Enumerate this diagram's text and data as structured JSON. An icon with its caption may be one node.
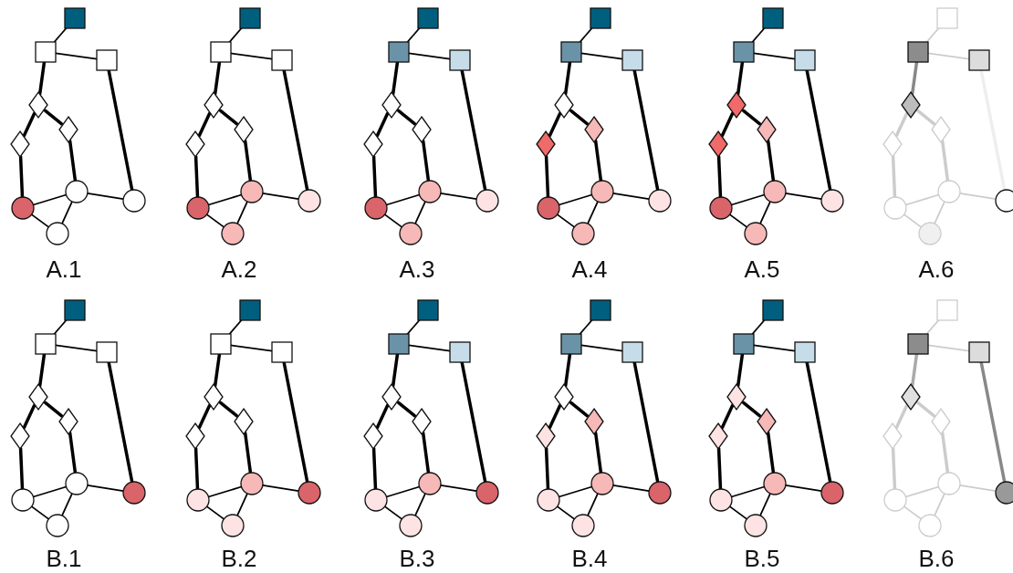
{
  "diagram": {
    "nodes": [
      {
        "text": [],
        "shape": "box"
      },
      {
        "text": [],
        "shape": "box"
      },
      {
        "text": [],
        "shape": "box"
      },
      {
        "text": [],
        "shape": "diamond"
      },
      {
        "text": [],
        "shape": "diamond"
      },
      {
        "text": [],
        "shape": "diamond"
      },
      {
        "text": [],
        "shape": "circle"
      },
      {
        "text": [],
        "shape": "circle"
      },
      {
        "text": [],
        "shape": "circle"
      },
      {
        "text": [],
        "shape": "circle"
      },
      {
        "text": [],
        "shape": "box"
      },
      {
        "text": [],
        "shape": "box"
      },
      {
        "text": [],
        "shape": "box"
      },
      {
        "text": [],
        "shape": "diamond"
      },
      {
        "text": [],
        "shape": "diamond"
      },
      {
        "text": [],
        "shape": "diamond"
      },
      {
        "text": [],
        "shape": "circle"
      },
      {
        "text": [],
        "shape": "circle"
      },
      {
        "text": [],
        "shape": "circle"
      },
      {
        "text": [],
        "shape": "circle"
      },
      {
        "text": [],
        "shape": "box"
      },
      {
        "text": [],
        "shape": "box"
      },
      {
        "text": [],
        "shape": "box"
      },
      {
        "text": [],
        "shape": "diamond"
      },
      {
        "text": [],
        "shape": "diamond"
      },
      {
        "text": [],
        "shape": "diamond"
      },
      {
        "text": [],
        "shape": "circle"
      },
      {
        "text": [],
        "shape": "circle"
      },
      {
        "text": [],
        "shape": "circle"
      },
      {
        "text": [],
        "shape": "circle"
      },
      {
        "text": [],
        "shape": "box"
      },
      {
        "text": [],
        "shape": "box"
      },
      {
        "text": [],
        "shape": "box"
      },
      {
        "text": [],
        "shape": "diamond"
      },
      {
        "text": [],
        "shape": "diamond"
      },
      {
        "text": [],
        "shape": "diamond"
      },
      {
        "text": [],
        "shape": "circle"
      },
      {
        "text": [],
        "shape": "circle"
      },
      {
        "text": [],
        "shape": "circle"
      },
      {
        "text": [],
        "shape": "circle"
      },
      {
        "text": [],
        "shape": "box"
      },
      {
        "text": [],
        "shape": "box"
      },
      {
        "text": [],
        "shape": "box"
      },
      {
        "text": [],
        "shape": "diamond"
      },
      {
        "text": [],
        "shape": "diamond"
      },
      {
        "text": [],
        "shape": "diamond"
      },
      {
        "text": [],
        "shape": "circle"
      },
      {
        "text": [],
        "shape": "circle"
      },
      {
        "text": [],
        "shape": "circle"
      },
      {
        "text": [],
        "shape": "circle"
      },
      {
        "text": [],
        "shape": "box"
      },
      {
        "text": [],
        "shape": "box"
      },
      {
        "text": [],
        "shape": "box"
      },
      {
        "text": [],
        "shape": "diamond"
      },
      {
        "text": [],
        "shape": "diamond"
      },
      {
        "text": [],
        "shape": "diamond"
      },
      {
        "text": [],
        "shape": "circle"
      },
      {
        "text": [],
        "shape": "circle"
      },
      {
        "text": [],
        "shape": "circle"
      },
      {
        "text": [],
        "shape": "circle"
      },
      {
        "text": [],
        "shape": "box"
      },
      {
        "text": [],
        "shape": "box"
      },
      {
        "text": [],
        "shape": "box"
      },
      {
        "text": [],
        "shape": "diamond"
      },
      {
        "text": [],
        "shape": "diamond"
      },
      {
        "text": [],
        "shape": "diamond"
      },
      {
        "text": [],
        "shape": "circle"
      },
      {
        "text": [],
        "shape": "circle"
      },
      {
        "text": [],
        "shape": "circle"
      },
      {
        "text": [],
        "shape": "circle"
      },
      {
        "text": [],
        "shape": "box"
      },
      {
        "text": [],
        "shape": "box"
      },
      {
        "text": [],
        "shape": "box"
      },
      {
        "text": [],
        "shape": "diamond"
      },
      {
        "text": [],
        "shape": "diamond"
      },
      {
        "text": [],
        "shape": "diamond"
      },
      {
        "text": [],
        "shape": "circle"
      },
      {
        "text": [],
        "shape": "circle"
      },
      {
        "text": [],
        "shape": "circle"
      },
      {
        "text": [],
        "shape": "circle"
      },
      {
        "text": [],
        "shape": "box"
      },
      {
        "text": [],
        "shape": "box"
      },
      {
        "text": [],
        "shape": "box"
      },
      {
        "text": [],
        "shape": "diamond"
      },
      {
        "text": [],
        "shape": "diamond"
      },
      {
        "text": [],
        "shape": "diamond"
      },
      {
        "text": [],
        "shape": "circle"
      },
      {
        "text": [],
        "shape": "circle"
      },
      {
        "text": [],
        "shape": "circle"
      },
      {
        "text": [],
        "shape": "circle"
      },
      {
        "text": [],
        "shape": "box"
      },
      {
        "text": [],
        "shape": "box"
      },
      {
        "text": [],
        "shape": "box"
      },
      {
        "text": [],
        "shape": "diamond"
      },
      {
        "text": [],
        "shape": "diamond"
      },
      {
        "text": [],
        "shape": "diamond"
      },
      {
        "text": [],
        "shape": "circle"
      },
      {
        "text": [],
        "shape": "circle"
      },
      {
        "text": [],
        "shape": "circle"
      },
      {
        "text": [],
        "shape": "circle"
      },
      {
        "text": [],
        "shape": "box"
      },
      {
        "text": [],
        "shape": "box"
      },
      {
        "text": [],
        "shape": "box"
      },
      {
        "text": [],
        "shape": "diamond"
      },
      {
        "text": [],
        "shape": "diamond"
      },
      {
        "text": [],
        "shape": "diamond"
      },
      {
        "text": [],
        "shape": "circle"
      },
      {
        "text": [],
        "shape": "circle"
      },
      {
        "text": [],
        "shape": "circle"
      },
      {
        "text": [],
        "shape": "circle"
      },
      {
        "text": [],
        "shape": "box"
      },
      {
        "text": [],
        "shape": "box"
      },
      {
        "text": [],
        "shape": "box"
      },
      {
        "text": [],
        "shape": "diamond"
      },
      {
        "text": [],
        "shape": "diamond"
      },
      {
        "text": [],
        "shape": "diamond"
      },
      {
        "text": [],
        "shape": "circle"
      },
      {
        "text": [],
        "shape": "circle"
      },
      {
        "text": [],
        "shape": "circle"
      },
      {
        "text": [],
        "shape": "circle"
      }
    ],
    "edges": [
      {
        "from": 0,
        "to": 1,
        "arrow": "none"
      },
      {
        "from": 1,
        "to": 2,
        "arrow": "none"
      },
      {
        "from": 1,
        "to": 3,
        "arrow": "none",
        "style": "thick"
      },
      {
        "from": 3,
        "to": 4,
        "arrow": "none",
        "style": "thick"
      },
      {
        "from": 3,
        "to": 5,
        "arrow": "none",
        "style": "thick"
      },
      {
        "from": 4,
        "to": 6,
        "arrow": "none",
        "style": "thick"
      },
      {
        "from": 5,
        "to": 7,
        "arrow": "none",
        "style": "thick"
      },
      {
        "from": 2,
        "to": 8,
        "arrow": "none",
        "style": "thick"
      },
      {
        "from": 6,
        "to": 7,
        "arrow": "none"
      },
      {
        "from": 7,
        "to": 8,
        "arrow": "none"
      },
      {
        "from": 6,
        "to": 9,
        "arrow": "none"
      },
      {
        "from": 7,
        "to": 9,
        "arrow": "none"
      },
      {
        "from": 10,
        "to": 11,
        "arrow": "none"
      },
      {
        "from": 11,
        "to": 12,
        "arrow": "none"
      },
      {
        "from": 11,
        "to": 13,
        "arrow": "none",
        "style": "thick"
      },
      {
        "from": 13,
        "to": 14,
        "arrow": "none",
        "style": "thick"
      },
      {
        "from": 13,
        "to": 15,
        "arrow": "none",
        "style": "thick"
      },
      {
        "from": 14,
        "to": 16,
        "arrow": "none",
        "style": "thick"
      },
      {
        "from": 15,
        "to": 17,
        "arrow": "none",
        "style": "thick"
      },
      {
        "from": 12,
        "to": 18,
        "arrow": "none",
        "style": "thick"
      },
      {
        "from": 16,
        "to": 17,
        "arrow": "none"
      },
      {
        "from": 17,
        "to": 18,
        "arrow": "none"
      },
      {
        "from": 16,
        "to": 19,
        "arrow": "none"
      },
      {
        "from": 17,
        "to": 19,
        "arrow": "none"
      },
      {
        "from": 20,
        "to": 21,
        "arrow": "none"
      },
      {
        "from": 21,
        "to": 22,
        "arrow": "none"
      },
      {
        "from": 21,
        "to": 23,
        "arrow": "none",
        "style": "thick"
      },
      {
        "from": 23,
        "to": 24,
        "arrow": "none",
        "style": "thick"
      },
      {
        "from": 23,
        "to": 25,
        "arrow": "none",
        "style": "thick"
      },
      {
        "from": 24,
        "to": 26,
        "arrow": "none",
        "style": "thick"
      },
      {
        "from": 25,
        "to": 27,
        "arrow": "none",
        "style": "thick"
      },
      {
        "from": 22,
        "to": 28,
        "arrow": "none",
        "style": "thick"
      },
      {
        "from": 26,
        "to": 27,
        "arrow": "none"
      },
      {
        "from": 27,
        "to": 28,
        "arrow": "none"
      },
      {
        "from": 26,
        "to": 29,
        "arrow": "none"
      },
      {
        "from": 27,
        "to": 29,
        "arrow": "none"
      },
      {
        "from": 30,
        "to": 31,
        "arrow": "none"
      },
      {
        "from": 31,
        "to": 32,
        "arrow": "none"
      },
      {
        "from": 31,
        "to": 33,
        "arrow": "none",
        "style": "thick"
      },
      {
        "from": 33,
        "to": 34,
        "arrow": "none",
        "style": "thick"
      },
      {
        "from": 33,
        "to": 35,
        "arrow": "none",
        "style": "thick"
      },
      {
        "from": 34,
        "to": 36,
        "arrow": "none",
        "style": "thick"
      },
      {
        "from": 35,
        "to": 37,
        "arrow": "none",
        "style": "thick"
      },
      {
        "from": 32,
        "to": 38,
        "arrow": "none",
        "style": "thick"
      },
      {
        "from": 36,
        "to": 37,
        "arrow": "none"
      },
      {
        "from": 37,
        "to": 38,
        "arrow": "none"
      },
      {
        "from": 36,
        "to": 39,
        "arrow": "none"
      },
      {
        "from": 37,
        "to": 39,
        "arrow": "none"
      },
      {
        "from": 40,
        "to": 41,
        "arrow": "none"
      },
      {
        "from": 41,
        "to": 42,
        "arrow": "none"
      },
      {
        "from": 41,
        "to": 43,
        "arrow": "none",
        "style": "thick"
      },
      {
        "from": 43,
        "to": 44,
        "arrow": "none",
        "style": "thick"
      },
      {
        "from": 43,
        "to": 45,
        "arrow": "none",
        "style": "thick"
      },
      {
        "from": 44,
        "to": 46,
        "arrow": "none",
        "style": "thick"
      },
      {
        "from": 45,
        "to": 47,
        "arrow": "none",
        "style": "thick"
      },
      {
        "from": 42,
        "to": 48,
        "arrow": "none",
        "style": "thick"
      },
      {
        "from": 46,
        "to": 47,
        "arrow": "none"
      },
      {
        "from": 47,
        "to": 48,
        "arrow": "none"
      },
      {
        "from": 46,
        "to": 49,
        "arrow": "none"
      },
      {
        "from": 47,
        "to": 49,
        "arrow": "none"
      },
      {
        "from": 50,
        "to": 51,
        "arrow": "none",
        "color": "#cccccc"
      },
      {
        "from": 51,
        "to": 52,
        "arrow": "none",
        "color": "#cccccc"
      },
      {
        "from": 51,
        "to": 53,
        "arrow": "none",
        "style": "thick",
        "color": "#888888"
      },
      {
        "from": 53,
        "to": 54,
        "arrow": "none",
        "style": "thick",
        "color": "#cccccc"
      },
      {
        "from": 53,
        "to": 55,
        "arrow": "none",
        "style": "thick",
        "color": "#cccccc"
      },
      {
        "from": 54,
        "to": 56,
        "arrow": "none",
        "style": "thick",
        "color": "#cccccc"
      },
      {
        "from": 55,
        "to": 57,
        "arrow": "none",
        "style": "thick",
        "color": "#cccccc"
      },
      {
        "from": 52,
        "to": 58,
        "arrow": "none",
        "style": "thick",
        "color": "#eeeeee"
      },
      {
        "from": 56,
        "to": 57,
        "arrow": "none",
        "color": "#cccccc"
      },
      {
        "from": 57,
        "to": 58,
        "arrow": "none",
        "color": "#cccccc"
      },
      {
        "from": 56,
        "to": 59,
        "arrow": "none",
        "color": "#cccccc"
      },
      {
        "from": 57,
        "to": 59,
        "arrow": "none",
        "color": "#cccccc"
      },
      {
        "from": 60,
        "to": 61,
        "arrow": "none"
      },
      {
        "from": 61,
        "to": 62,
        "arrow": "none"
      },
      {
        "from": 61,
        "to": 63,
        "arrow": "none",
        "style": "thick"
      },
      {
        "from": 63,
        "to": 64,
        "arrow": "none",
        "style": "thick"
      },
      {
        "from": 63,
        "to": 65,
        "arrow": "none",
        "style": "thick"
      },
      {
        "from": 64,
        "to": 66,
        "arrow": "none",
        "style": "thick"
      },
      {
        "from": 65,
        "to": 67,
        "arrow": "none",
        "style": "thick"
      },
      {
        "from": 62,
        "to": 68,
        "arrow": "none",
        "style": "thick"
      },
      {
        "from": 66,
        "to": 67,
        "arrow": "none"
      },
      {
        "from": 67,
        "to": 68,
        "arrow": "none"
      },
      {
        "from": 66,
        "to": 69,
        "arrow": "none"
      },
      {
        "from": 67,
        "to": 69,
        "arrow": "none"
      },
      {
        "from": 70,
        "to": 71,
        "arrow": "none"
      },
      {
        "from": 71,
        "to": 72,
        "arrow": "none"
      },
      {
        "from": 71,
        "to": 73,
        "arrow": "none",
        "style": "thick"
      },
      {
        "from": 73,
        "to": 74,
        "arrow": "none",
        "style": "thick"
      },
      {
        "from": 73,
        "to": 75,
        "arrow": "none",
        "style": "thick"
      },
      {
        "from": 74,
        "to": 76,
        "arrow": "none",
        "style": "thick"
      },
      {
        "from": 75,
        "to": 77,
        "arrow": "none",
        "style": "thick"
      },
      {
        "from": 72,
        "to": 78,
        "arrow": "none",
        "style": "thick"
      },
      {
        "from": 76,
        "to": 77,
        "arrow": "none"
      },
      {
        "from": 77,
        "to": 78,
        "arrow": "none"
      },
      {
        "from": 76,
        "to": 79,
        "arrow": "none"
      },
      {
        "from": 77,
        "to": 79,
        "arrow": "none"
      },
      {
        "from": 80,
        "to": 81,
        "arrow": "none"
      },
      {
        "from": 81,
        "to": 82,
        "arrow": "none"
      },
      {
        "from": 81,
        "to": 83,
        "arrow": "none",
        "style": "thick"
      },
      {
        "from": 83,
        "to": 84,
        "arrow": "none",
        "style": "thick"
      },
      {
        "from": 83,
        "to": 85,
        "arrow": "none",
        "style": "thick"
      },
      {
        "from": 84,
        "to": 86,
        "arrow": "none",
        "style": "thick"
      },
      {
        "from": 85,
        "to": 87,
        "arrow": "none",
        "style": "thick"
      },
      {
        "from": 82,
        "to": 88,
        "arrow": "none",
        "style": "thick"
      },
      {
        "from": 86,
        "to": 87,
        "arrow": "none"
      },
      {
        "from": 87,
        "to": 88,
        "arrow": "none"
      },
      {
        "from": 86,
        "to": 89,
        "arrow": "none"
      },
      {
        "from": 87,
        "to": 89,
        "arrow": "none"
      },
      {
        "from": 90,
        "to": 91,
        "arrow": "none"
      },
      {
        "from": 91,
        "to": 92,
        "arrow": "none"
      },
      {
        "from": 91,
        "to": 93,
        "arrow": "none",
        "style": "thick"
      },
      {
        "from": 93,
        "to": 94,
        "arrow": "none",
        "style": "thick"
      },
      {
        "from": 93,
        "to": 95,
        "arrow": "none",
        "style": "thick"
      },
      {
        "from": 94,
        "to": 96,
        "arrow": "none",
        "style": "thick"
      },
      {
        "from": 95,
        "to": 97,
        "arrow": "none",
        "style": "thick"
      },
      {
        "from": 92,
        "to": 98,
        "arrow": "none",
        "style": "thick"
      },
      {
        "from": 96,
        "to": 97,
        "arrow": "none"
      },
      {
        "from": 97,
        "to": 98,
        "arrow": "none"
      },
      {
        "from": 96,
        "to": 99,
        "arrow": "none"
      },
      {
        "from": 97,
        "to": 99,
        "arrow": "none"
      },
      {
        "from": 100,
        "to": 101,
        "arrow": "none"
      },
      {
        "from": 101,
        "to": 102,
        "arrow": "none"
      },
      {
        "from": 101,
        "to": 103,
        "arrow": "none",
        "style": "thick"
      },
      {
        "from": 103,
        "to": 104,
        "arrow": "none",
        "style": "thick"
      },
      {
        "from": 103,
        "to": 105,
        "arrow": "none",
        "style": "thick"
      },
      {
        "from": 104,
        "to": 106,
        "arrow": "none",
        "style": "thick"
      },
      {
        "from": 105,
        "to": 107,
        "arrow": "none",
        "style": "thick"
      },
      {
        "from": 102,
        "to": 108,
        "arrow": "none",
        "style": "thick"
      },
      {
        "from": 106,
        "to": 107,
        "arrow": "none"
      },
      {
        "from": 107,
        "to": 108,
        "arrow": "none"
      },
      {
        "from": 106,
        "to": 109,
        "arrow": "none"
      },
      {
        "from": 107,
        "to": 109,
        "arrow": "none"
      },
      {
        "from": 110,
        "to": 111,
        "arrow": "none",
        "color": "#cccccc"
      },
      {
        "from": 111,
        "to": 112,
        "arrow": "none",
        "color": "#cccccc"
      },
      {
        "from": 111,
        "to": 113,
        "arrow": "none",
        "style": "thick",
        "color": "#aaaaaa"
      },
      {
        "from": 113,
        "to": 114,
        "arrow": "none",
        "style": "thick",
        "color": "#cccccc"
      },
      {
        "from": 113,
        "to": 115,
        "arrow": "none",
        "style": "thick",
        "color": "#cccccc"
      },
      {
        "from": 114,
        "to": 116,
        "arrow": "none",
        "style": "thick",
        "color": "#cccccc"
      },
      {
        "from": 115,
        "to": 117,
        "arrow": "none",
        "style": "thick",
        "color": "#cccccc"
      },
      {
        "from": 112,
        "to": 118,
        "arrow": "none",
        "style": "thick",
        "color": "#888888"
      },
      {
        "from": 116,
        "to": 117,
        "arrow": "none",
        "color": "#cccccc"
      },
      {
        "from": 117,
        "to": 118,
        "arrow": "none",
        "color": "#cccccc"
      },
      {
        "from": 116,
        "to": 119,
        "arrow": "none",
        "color": "#cccccc"
      },
      {
        "from": 117,
        "to": 119,
        "arrow": "none",
        "color": "#cccccc"
      }
    ],
    "labels": [
      "A.1",
      "A.2",
      "A.3",
      "A.4",
      "A.5",
      "A.6",
      "B.1",
      "B.2",
      "B.3",
      "B.4",
      "B.5",
      "B.6"
    ]
  }
}
